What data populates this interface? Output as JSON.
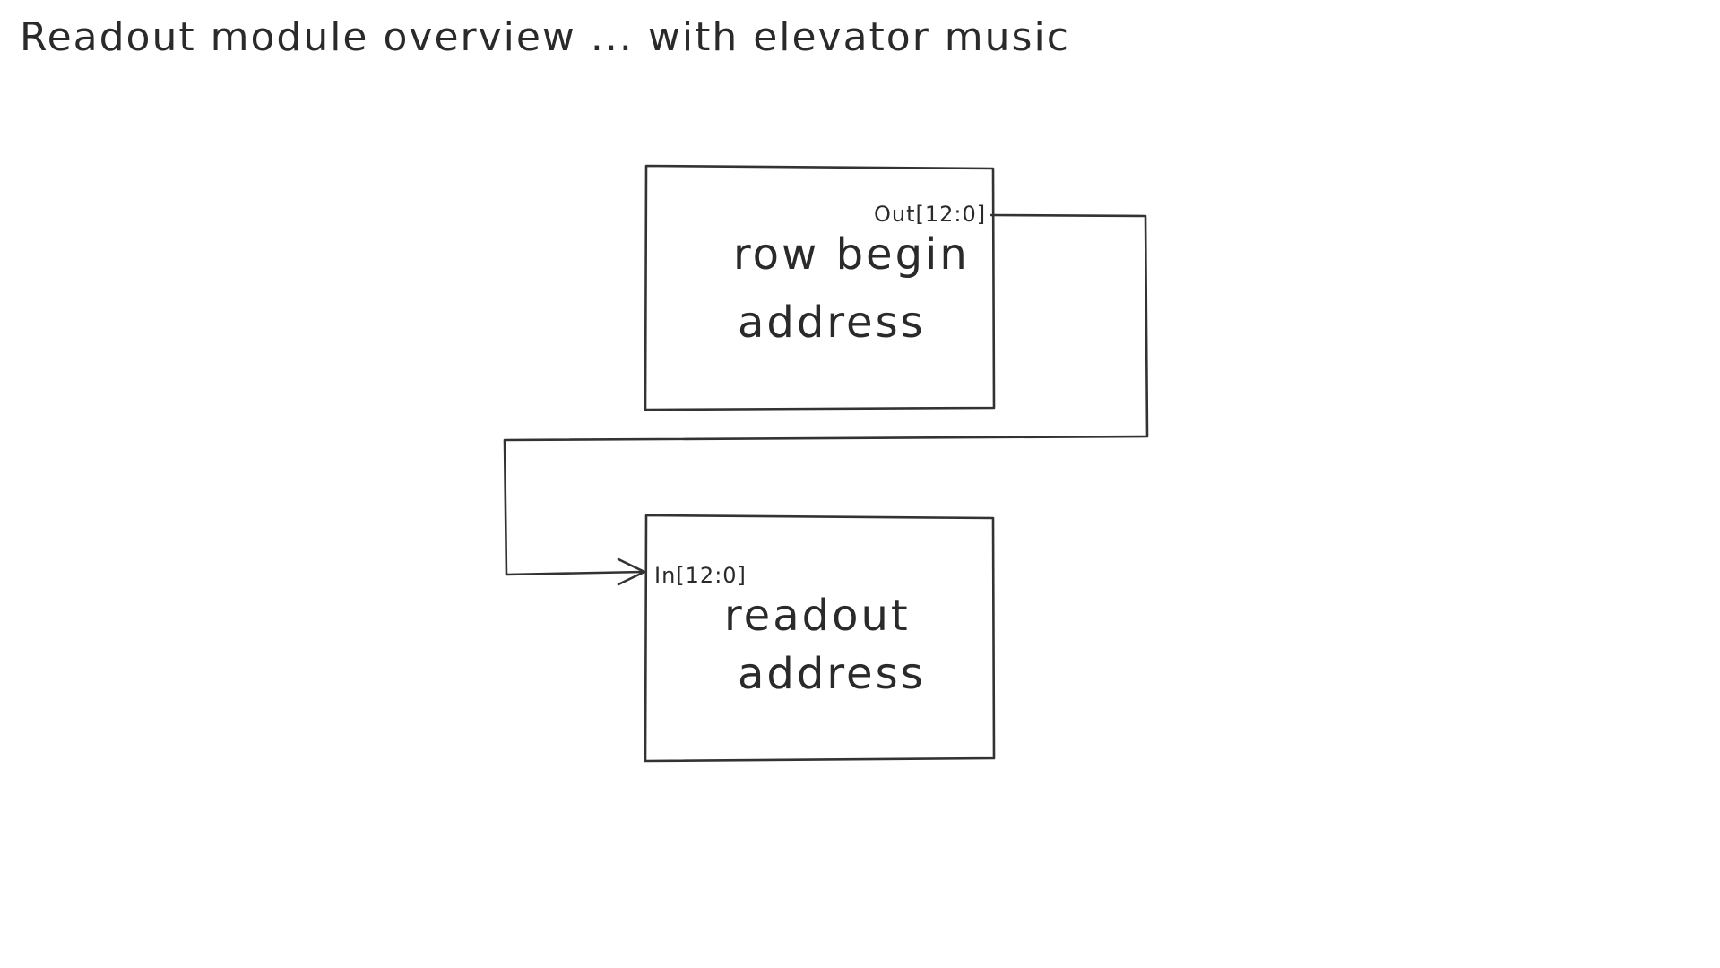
{
  "title": "Readout module overview ... with elevator music",
  "blocks": {
    "row_begin": {
      "line1": "row begin",
      "line2": "address",
      "port": "Out[12:0]"
    },
    "readout": {
      "line1": "readout",
      "line2": "address",
      "port": "In[12:0]"
    }
  },
  "colors": {
    "ink": "#333333",
    "background": "#ffffff"
  }
}
